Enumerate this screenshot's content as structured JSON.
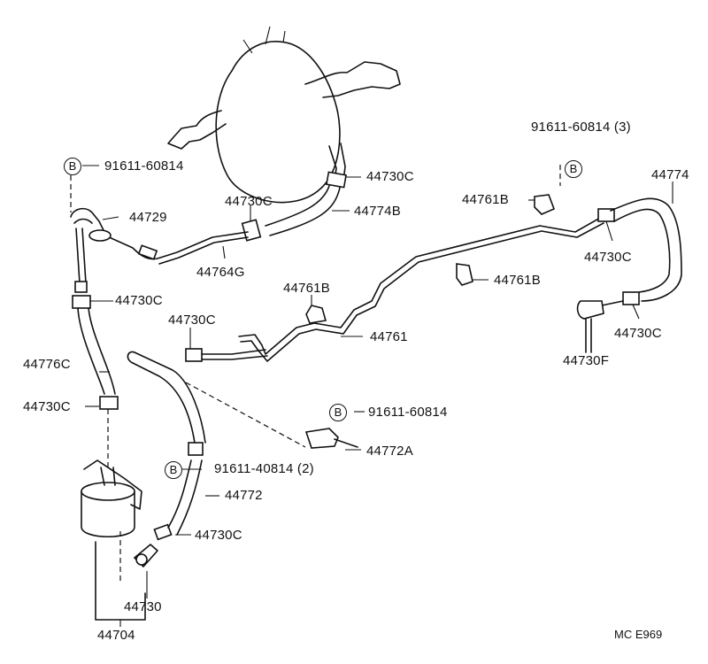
{
  "diagram": {
    "footer_code": "MC  E969",
    "bolt_symbol": "B",
    "labels": {
      "p_91611_60814_a": "91611-60814",
      "p_91611_60814_3": "91611-60814 (3)",
      "p_44774": "44774",
      "p_44729": "44729",
      "p_44730C_a": "44730C",
      "p_44730C_b": "44730C",
      "p_44774B": "44774B",
      "p_44761B_a": "44761B",
      "p_44764G": "44764G",
      "p_44730C_c": "44730C",
      "p_44761B_b": "44761B",
      "p_44761B_c": "44761B",
      "p_44730C_d": "44730C",
      "p_44730C_e": "44730C",
      "p_44730C_f": "44730C",
      "p_44761": "44761",
      "p_44776C": "44776C",
      "p_44730F": "44730F",
      "p_44730C_g": "44730C",
      "p_91611_60814_b": "91611-60814",
      "p_44772A": "44772A",
      "p_91611_40814_2": "91611-40814 (2)",
      "p_44772": "44772",
      "p_44730C_h": "44730C",
      "p_44730": "44730",
      "p_44704": "44704"
    }
  }
}
